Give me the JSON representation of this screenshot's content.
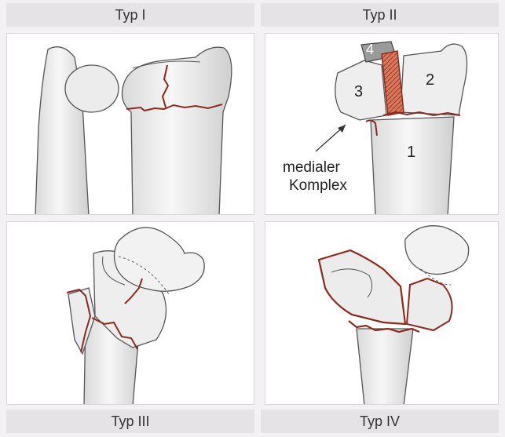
{
  "headers": {
    "typ1": "Typ I",
    "typ2": "Typ II",
    "typ3": "Typ III",
    "typ4": "Typ IV"
  },
  "typ2_labels": {
    "frag1": "1",
    "frag2": "2",
    "frag3": "3",
    "frag4": "4",
    "medialer": "medialer",
    "komplex": "Komplex"
  },
  "colors": {
    "fracture_line": "#8b2a1e",
    "fragment_fill": "#d9795a",
    "bone_fill": "#f2f2f2",
    "bone_stroke": "#555555",
    "header_bg": "#e6e3e7",
    "page_bg": "#f3f1f4"
  }
}
